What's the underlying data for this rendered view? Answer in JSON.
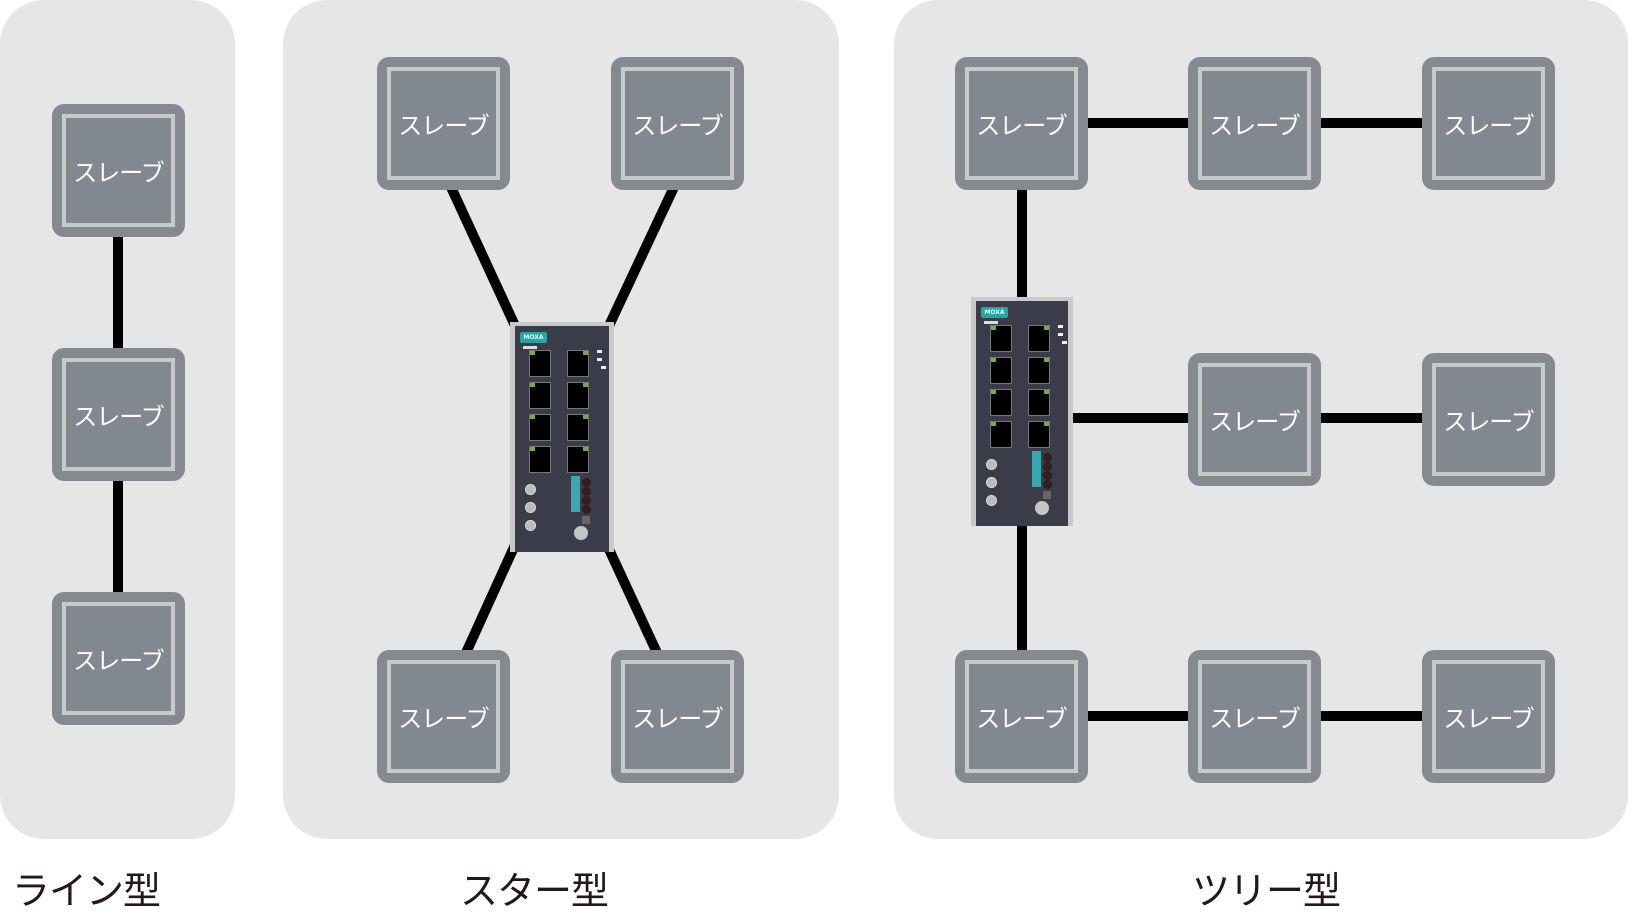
{
  "diagram": {
    "node_label": "スレーブ",
    "device": {
      "brand": "MOXA",
      "type": "ethernet-switch",
      "port_count": 8
    },
    "colors": {
      "panel_bg": "#e6e6e6",
      "node_outer": "#858a90",
      "node_border": "#c6cac9",
      "wire": "#000000",
      "switch_body": "#3b3c4a",
      "brand_accent": "#2aa3a3",
      "port_led": "#6db04a"
    },
    "topologies": [
      {
        "id": "line",
        "caption": "ライン型",
        "nodes": [
          "スレーブ",
          "スレーブ",
          "スレーブ"
        ],
        "edges": [
          [
            "slave-1",
            "slave-2"
          ],
          [
            "slave-2",
            "slave-3"
          ]
        ]
      },
      {
        "id": "star",
        "caption": "スター型",
        "hub": "MOXA",
        "nodes": [
          "スレーブ",
          "スレーブ",
          "スレーブ",
          "スレーブ"
        ],
        "edges": [
          [
            "hub",
            "slave-1"
          ],
          [
            "hub",
            "slave-2"
          ],
          [
            "hub",
            "slave-3"
          ],
          [
            "hub",
            "slave-4"
          ]
        ]
      },
      {
        "id": "tree",
        "caption": "ツリー型",
        "hub": "MOXA",
        "nodes": [
          "スレーブ",
          "スレーブ",
          "スレーブ",
          "スレーブ",
          "スレーブ",
          "スレーブ",
          "スレーブ",
          "スレーブ"
        ],
        "edges": [
          [
            "slave-1",
            "slave-2"
          ],
          [
            "slave-2",
            "slave-3"
          ],
          [
            "slave-1",
            "hub"
          ],
          [
            "hub",
            "slave-4"
          ],
          [
            "slave-4",
            "slave-5"
          ],
          [
            "hub",
            "slave-6"
          ],
          [
            "slave-6",
            "slave-7"
          ],
          [
            "slave-7",
            "slave-8"
          ]
        ]
      }
    ]
  }
}
